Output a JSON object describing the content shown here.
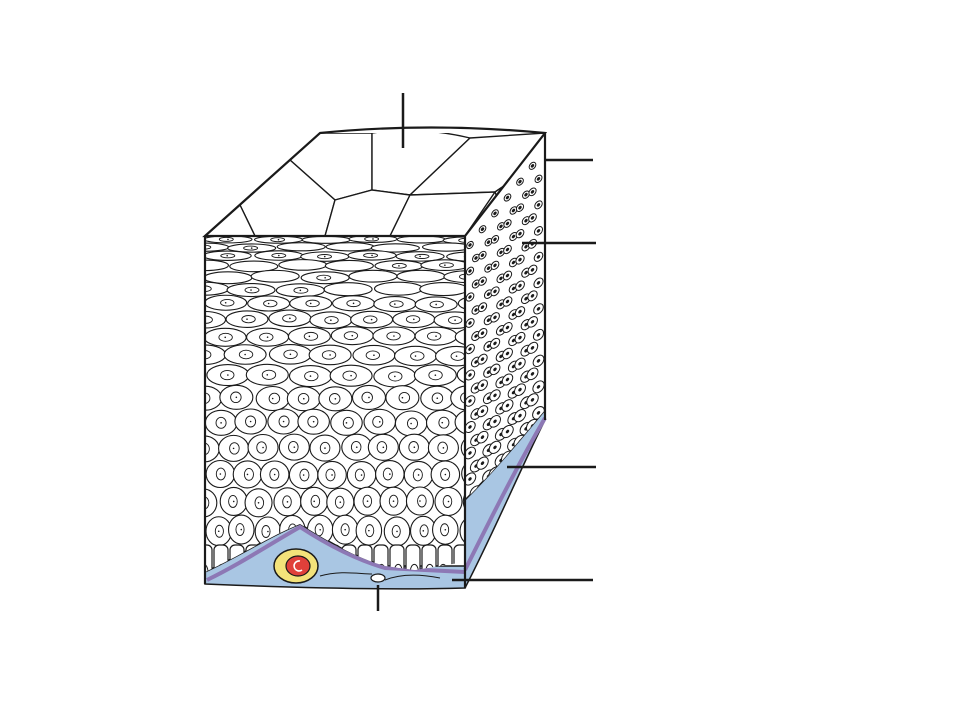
{
  "slide": {
    "background": "#ffffff"
  },
  "diagram": {
    "subject": "stratified-squamous-epithelium-block",
    "label_slots": [
      {
        "name": "label-leader-surface-squame",
        "text": ""
      },
      {
        "name": "label-leader-superficial-layer",
        "text": ""
      },
      {
        "name": "label-leader-flattened-nucleus",
        "text": ""
      },
      {
        "name": "label-leader-basement-membrane",
        "text": ""
      },
      {
        "name": "label-leader-connective-tissue",
        "text": ""
      },
      {
        "name": "label-leader-blood-vessel-region",
        "text": ""
      }
    ],
    "colors": {
      "outline": "#1a1a1a",
      "cell_fill": "#ffffff",
      "connective_tissue": "#a9c6e3",
      "basement_membrane": "#8d78b5",
      "vessel_outer": "#f3e27a",
      "vessel_inner": "#e0403a"
    }
  }
}
